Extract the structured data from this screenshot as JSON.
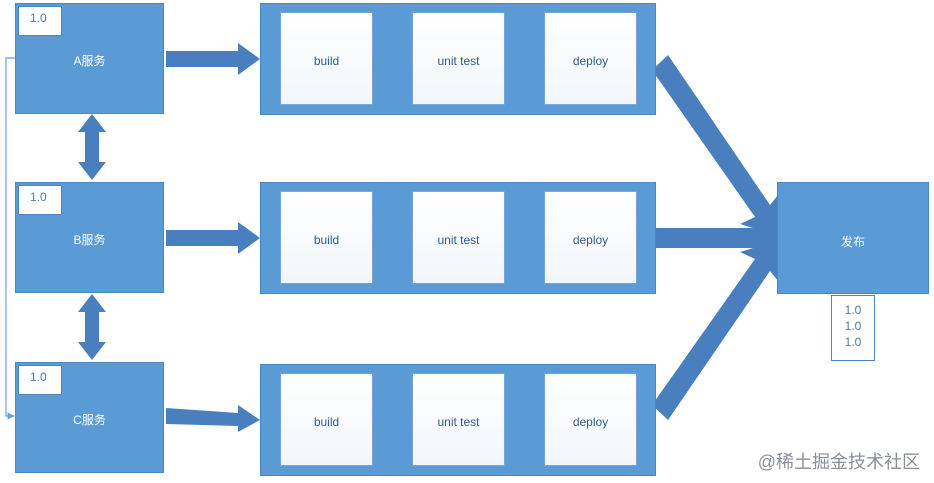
{
  "services": [
    {
      "name": "A服务",
      "version": "1.0"
    },
    {
      "name": "B服务",
      "version": "1.0"
    },
    {
      "name": "C服务",
      "version": "1.0"
    }
  ],
  "stages": [
    "build",
    "unit test",
    "deploy"
  ],
  "release": {
    "name": "发布",
    "versions": [
      "1.0",
      "1.0",
      "1.0"
    ]
  },
  "watermark": "@稀土掘金技术社区",
  "colors": {
    "box_fill": "#5b9bd5",
    "box_border": "#4a86bf",
    "arrow": "#4a7fbf",
    "stage_text": "#2f5b8c",
    "connector": "#6fa0d4"
  }
}
